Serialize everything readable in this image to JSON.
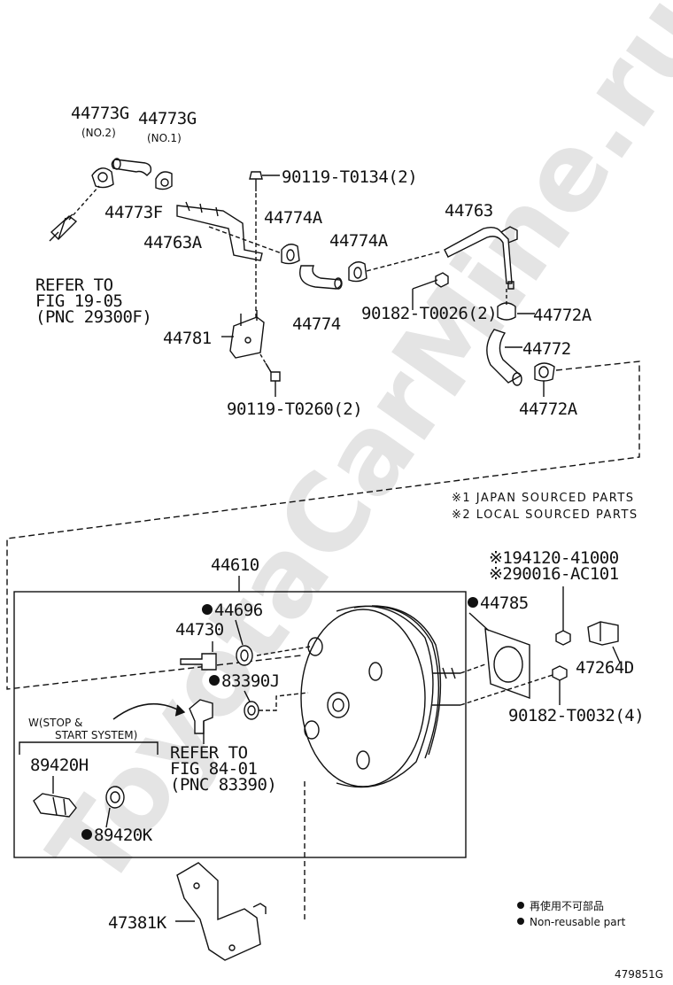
{
  "watermark": "ToyotaCarMine.ru",
  "labels": {
    "p44773G_no2": "44773G",
    "no2": "(NO.2)",
    "p44773G_no1": "44773G",
    "no1": "(NO.1)",
    "p44773F": "44773F",
    "p44763A": "44763A",
    "refer1_line1": "REFER TO",
    "refer1_line2": "FIG 19-05",
    "refer1_line3": "(PNC 29300F)",
    "bolt_top": "90119-T0134(2)",
    "p44774A_a": "44774A",
    "p44774A_b": "44774A",
    "p44774": "44774",
    "p44763": "44763",
    "nut_mid": "90182-T0026(2)",
    "p44772A_a": "44772A",
    "p44772": "44772",
    "p44772A_b": "44772A",
    "p44781": "44781",
    "bolt_low": "90119-T0260(2)",
    "note1": "※1 JAPAN SOURCED PARTS",
    "note2": "※2 LOCAL SOURCED PARTS",
    "p44610": "44610",
    "p44696": "44696",
    "p44730": "44730",
    "p83390J": "83390J",
    "stop_line1": "W(STOP &",
    "stop_line2": "START SYSTEM)",
    "refer2_line1": "REFER TO",
    "refer2_line2": "FIG 84-01",
    "refer2_line3": "(PNC 83390)",
    "p89420H": "89420H",
    "p89420K": "89420K",
    "p44785": "44785",
    "opt1": "※194120-41000",
    "opt2": "※290016-AC101",
    "p47264D": "47264D",
    "nut_low": "90182-T0032(4)",
    "p47381K": "47381K",
    "legend_jp": "再使用不可部品",
    "legend_en": "Non-reusable part",
    "fig_id": "479851G"
  }
}
